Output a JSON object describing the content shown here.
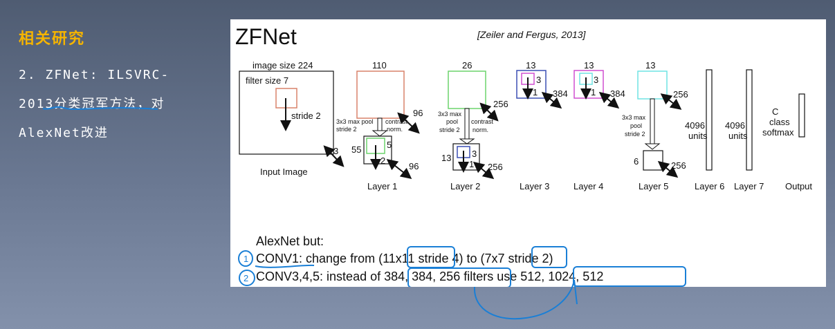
{
  "left": {
    "title": "相关研究",
    "line1": "2. ZFNet: ILSVRC-",
    "line2": "2013分类冠军方法，对",
    "line3": "AlexNet改进"
  },
  "figure": {
    "title": "ZFNet",
    "citation": "[Zeiler and Fergus, 2013]",
    "input": {
      "size_label": "image size 224",
      "filter_label": "filter size 7",
      "stride_label": "stride 2",
      "depth": "3",
      "name": "Input Image"
    },
    "layer1": {
      "top": "110",
      "pool": "3x3 max pool",
      "pool_stride": "stride 2",
      "contrast": "contrast",
      "norm": "norm.",
      "depth_top": "96",
      "size_bottom": "55",
      "filter": "5",
      "stride": "2",
      "depth_bottom": "96",
      "name": "Layer 1"
    },
    "layer2": {
      "top": "26",
      "pool1": "3x3 max",
      "pool2": "pool",
      "pool_stride": "stride 2",
      "contrast": "contrast",
      "norm": "norm.",
      "depth_top": "256",
      "size_bottom": "13",
      "filter": "3",
      "stride": "1",
      "depth_bottom": "256",
      "name": "Layer 2"
    },
    "layer3": {
      "top": "13",
      "filter": "3",
      "stride": "1",
      "depth": "384",
      "name": "Layer 3"
    },
    "layer4": {
      "top": "13",
      "filter": "3",
      "stride": "1",
      "depth": "384",
      "name": "Layer 4"
    },
    "layer5": {
      "top": "13",
      "depth_top": "256",
      "pool1": "3x3 max",
      "pool2": "pool",
      "pool_stride": "stride 2",
      "size_bottom": "6",
      "depth_bottom": "256",
      "name": "Layer 5"
    },
    "layer6": {
      "units_num": "4096",
      "units": "units",
      "name": "Layer 6"
    },
    "layer7": {
      "units_num": "4096",
      "units": "units",
      "name": "Layer 7"
    },
    "output": {
      "c": "C",
      "class": "class",
      "softmax": "softmax",
      "name": "Output"
    },
    "bullets": {
      "intro": "AlexNet but:",
      "b1": "CONV1: change from (11x11 stride 4) to (7x7 stride 2)",
      "b2": "CONV3,4,5: instead of 384, 384, 256 filters use 512, 1024, 512"
    },
    "annotations": {
      "n1": "1",
      "n2": "2"
    }
  },
  "colors": {
    "layer1": "#d9826a",
    "layer2": "#6cd46c",
    "layer3": "#3b4fb3",
    "layer4": "#d04fd0",
    "layer5": "#6fe3e3",
    "ink": "#1a7fd6",
    "accent": "#f5b400"
  }
}
